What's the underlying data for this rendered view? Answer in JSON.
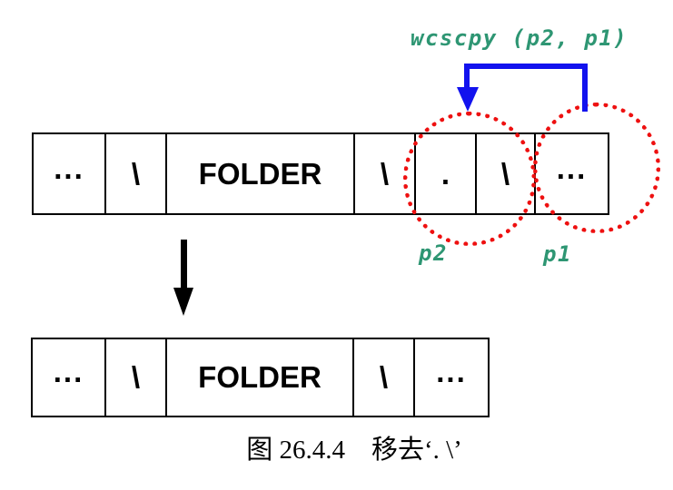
{
  "figure": {
    "code_label": "wcscpy (p2, p1)",
    "pointer_labels": {
      "p2": "p2",
      "p1": "p1"
    },
    "row_before": [
      "...",
      "\\",
      "FOLDER",
      "\\",
      ".",
      "\\",
      "..."
    ],
    "row_after": [
      "...",
      "\\",
      "FOLDER",
      "\\",
      "..."
    ],
    "caption": "图 26.4.4　移去‘. \\’",
    "colors": {
      "code_text": "#2E9673",
      "copy_arrow": "#1212EE",
      "highlight_circle": "#EE1010",
      "transform_arrow": "#000000",
      "cell_border": "#000000",
      "background": "#FFFFFF"
    }
  }
}
